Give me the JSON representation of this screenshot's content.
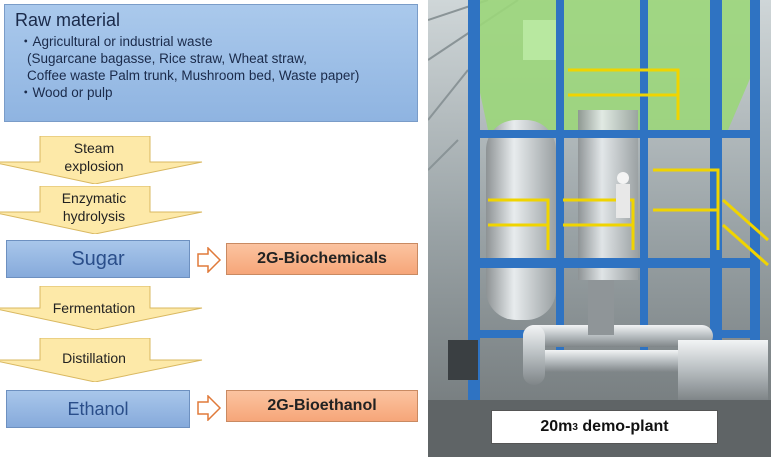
{
  "raw_material": {
    "title": "Raw material",
    "lines": [
      "・Agricultural or industrial waste",
      "(Sugarcane bagasse, Rice straw, Wheat straw,",
      "Coffee waste Palm trunk, Mushroom bed, Waste paper)",
      "・Wood or pulp"
    ]
  },
  "steps": {
    "steam_1": "Steam",
    "steam_2": "explosion",
    "enzymatic_1": "Enzymatic",
    "enzymatic_2": "hydrolysis",
    "fermentation": "Fermentation",
    "distillation": "Distillation"
  },
  "products": {
    "sugar": "Sugar",
    "ethanol": "Ethanol",
    "biochemicals": "2G-Biochemicals",
    "bioethanol": "2G-Bioethanol"
  },
  "photo": {
    "caption_prefix": "20m",
    "caption_sup": "3",
    "caption_suffix": " demo-plant"
  },
  "colors": {
    "raw_box": "#9dbfe8",
    "arrow_fill": "#fde9a8",
    "blue_box": "#94b6e2",
    "orange_box": "#f8b58c",
    "frame_blue": "#2f73c2",
    "railing_yellow": "#f0d400"
  }
}
